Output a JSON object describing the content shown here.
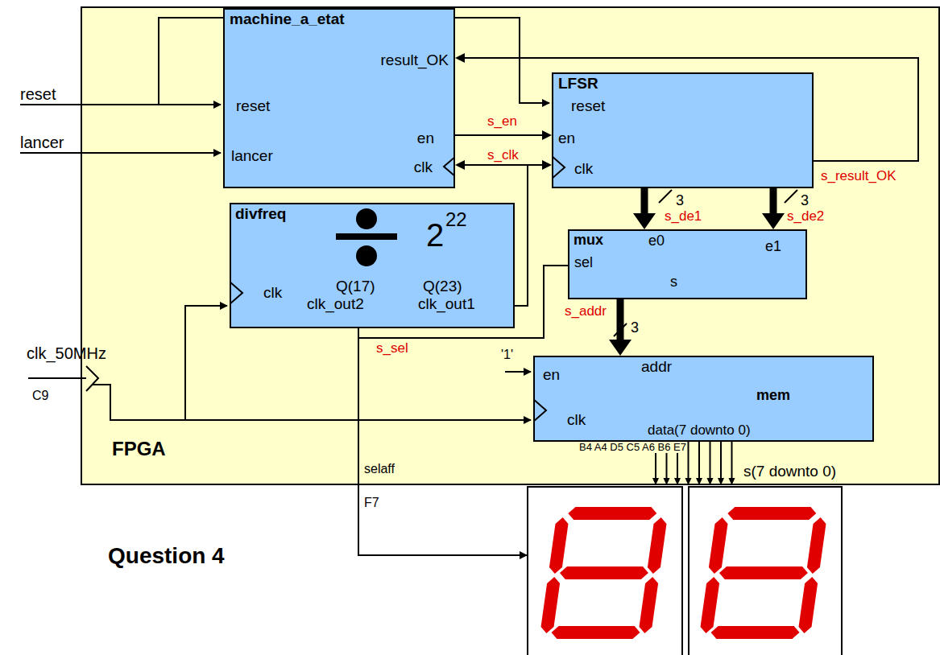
{
  "diagram": {
    "nodes": [
      {
        "text": [
          "FPGA"
        ]
      },
      {
        "text": [
          "machine_a_etat",
          "result_OK",
          "reset",
          "en",
          "lancer",
          "clk"
        ],
        "in": 0
      },
      {
        "text": [
          "LFSR",
          "reset",
          "en",
          "clk"
        ],
        "in": 0
      },
      {
        "text": [
          "divfreq",
          "2",
          "22",
          "clk",
          "Q(17)",
          "clk_out2",
          "Q(23)",
          "clk_out1"
        ],
        "in": 0
      },
      {
        "text": [
          "mux",
          "e0",
          "e1",
          "sel",
          "s"
        ],
        "in": 0
      },
      {
        "text": [
          "en",
          "addr",
          "mem",
          "clk",
          "data(7 downto 0)"
        ],
        "in": 0
      }
    ],
    "edges": [
      {
        "from": 1,
        "to": 2,
        "arrow": "to",
        "label": "s_en"
      },
      {
        "from": 2,
        "to": 1,
        "arrow": "to",
        "label": "s_result_OK"
      },
      {
        "from": 3,
        "to": 1,
        "arrow": "to",
        "label": "s_clk"
      },
      {
        "from": 3,
        "to": 2,
        "arrow": "to"
      },
      {
        "from": 2,
        "to": 4,
        "arrow": "to",
        "label": "s_de1"
      },
      {
        "from": 2,
        "to": 4,
        "arrow": "to",
        "label": "s_de2"
      },
      {
        "from": 4,
        "to": 5,
        "arrow": "to",
        "label": "s_addr"
      },
      {
        "from": 3,
        "to": 4,
        "arrow": "none",
        "label": "s_sel"
      }
    ],
    "labels": [
      "reset",
      "lancer",
      "clk_50MHz",
      "C9",
      "'1'",
      "3",
      "3",
      "3",
      "B4 A4 D5 C5 A6 B6 E7",
      "s(7 downto 0)",
      "selaff",
      "F7",
      "Question 4"
    ]
  }
}
